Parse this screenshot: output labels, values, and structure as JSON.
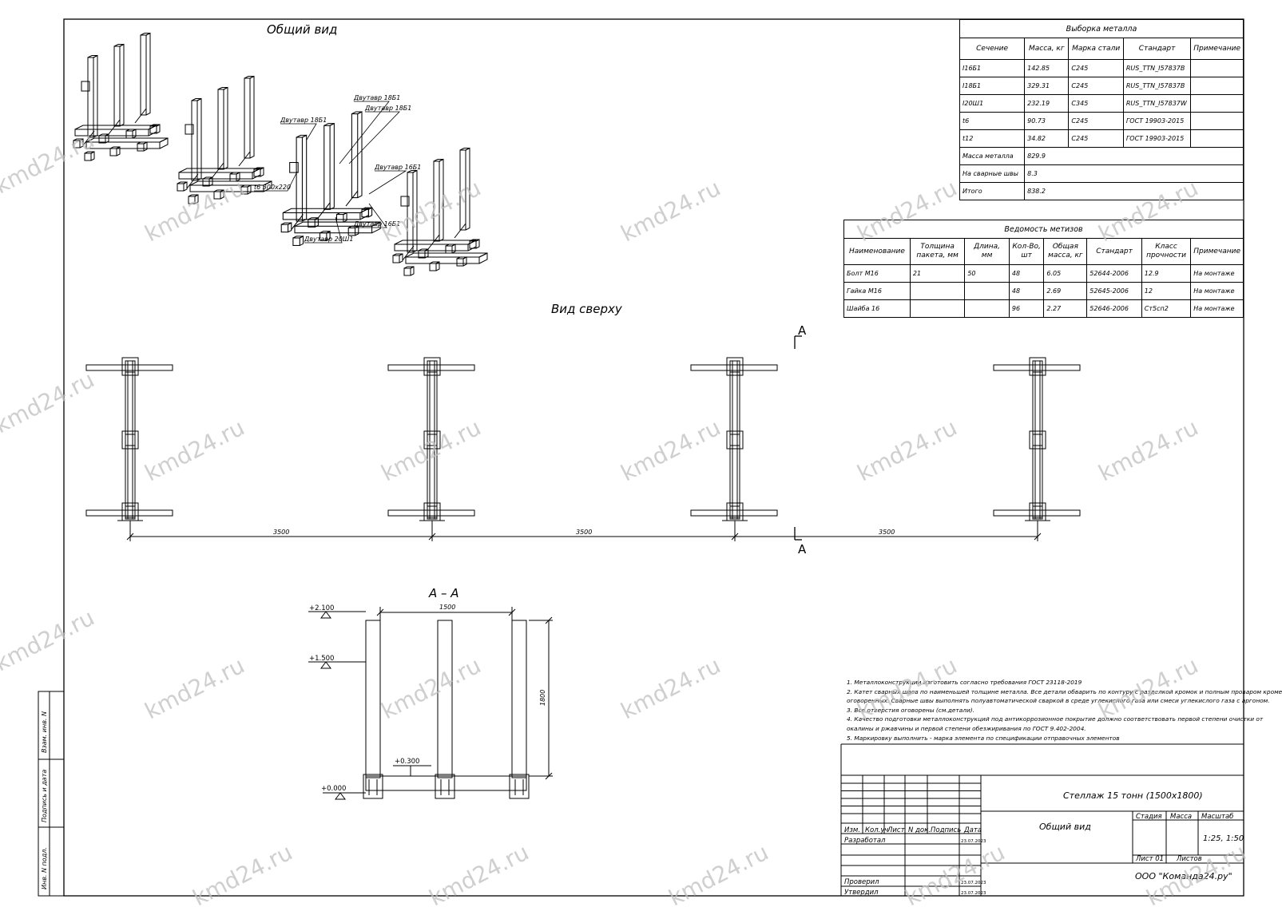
{
  "views": {
    "general_title": "Общий вид",
    "top_title": "Вид сверху",
    "section_title": "А – А",
    "section_mark": "А"
  },
  "callouts": [
    "Двутавр 18Б1",
    "Двутавр 18Б1",
    "Двутавр 18Б1",
    "t6 300х220",
    "Двутавр 16Б1",
    "Двутавр 16Б1",
    "Двутавр 20Ш1"
  ],
  "dimensions": {
    "spans": [
      "3500",
      "3500",
      "3500"
    ],
    "section_width": "1500",
    "section_height": "1800",
    "levels": [
      "+2.100",
      "+1.500",
      "+0.300",
      "+0.000"
    ]
  },
  "metal_table": {
    "title": "Выборка металла",
    "headers": [
      "Сечение",
      "Масса, кг",
      "Марка стали",
      "Стандарт",
      "Примечание"
    ],
    "rows": [
      [
        "I16Б1",
        "142.85",
        "С245",
        "RUS_TTN_I57837B",
        ""
      ],
      [
        "I18Б1",
        "329.31",
        "С245",
        "RUS_TTN_I57837B",
        ""
      ],
      [
        "I20Ш1",
        "232.19",
        "С345",
        "RUS_TTN_I57837W",
        ""
      ],
      [
        "t6",
        "90.73",
        "С245",
        "ГОСТ 19903-2015",
        ""
      ],
      [
        "t12",
        "34.82",
        "С245",
        "ГОСТ 19903-2015",
        ""
      ]
    ],
    "totals": [
      [
        "Масса металла",
        "829.9"
      ],
      [
        "На сварные швы",
        "8.3"
      ],
      [
        "Итого",
        "838.2"
      ]
    ]
  },
  "fasteners_table": {
    "title": "Ведомость метизов",
    "headers": [
      "Наименование",
      "Толщина пакета, мм",
      "Длина, мм",
      "Кол-Во, шт",
      "Общая масса, кг",
      "Стандарт",
      "Класс прочности",
      "Примечание"
    ],
    "rows": [
      [
        "Болт М16",
        "21",
        "50",
        "48",
        "6.05",
        "52644-2006",
        "12.9",
        "На монтаже"
      ],
      [
        "Гайка М16",
        "",
        "",
        "48",
        "2.69",
        "52645-2006",
        "12",
        "На монтаже"
      ],
      [
        "Шайба 16",
        "",
        "",
        "96",
        "2.27",
        "52646-2006",
        "Ст5сп2",
        "На монтаже"
      ]
    ]
  },
  "notes": [
    "1. Металлоконструкции изготовить согласно требования ГОСТ 23118-2019",
    "2. Катет сварных швов по наименьшей толщине металла. Все детали обварить по контуру с разделкой кромок и полным проваром кроме",
    "оговоренных. Сварные швы выполнять полуавтоматической сваркой в среде углекислого газа или смеси углекислого газа с аргоном.",
    "3. Все отверстия оговорены (см.детали).",
    "4. Качество подготовки металлоконструкций под антикоррозионное покрытие должно соответствовать первой степени очистки от",
    "окалины и  ржавчины и первой степени обезжиривания по ГОСТ 9.402-2004.",
    "5. Маркировку выполнить - марка элемента по спецификации отправочных элементов"
  ],
  "title_block": {
    "project": "Стеллаж 15 тонн (1500х1800)",
    "sheet_name": "Общий вид",
    "col_headers": [
      "Изм.",
      "Кол.уч",
      "Лист",
      "N док.",
      "Подпись",
      "Дата"
    ],
    "developed": "Разработал",
    "checked": "Проверил",
    "approved": "Утвердил",
    "date": "23.07.2023",
    "stage": "Стадия",
    "mass": "Масса",
    "scale": "Масштаб",
    "scale_value": "1:25, 1:50",
    "sheet": "Лист 01",
    "sheets": "Листов",
    "company": "ООО \"Команда24.ру\""
  },
  "side_stamp": [
    "Взам. инв. N",
    "Подпись и дата",
    "Инв. N подл."
  ],
  "watermark": "kmd24.ru"
}
